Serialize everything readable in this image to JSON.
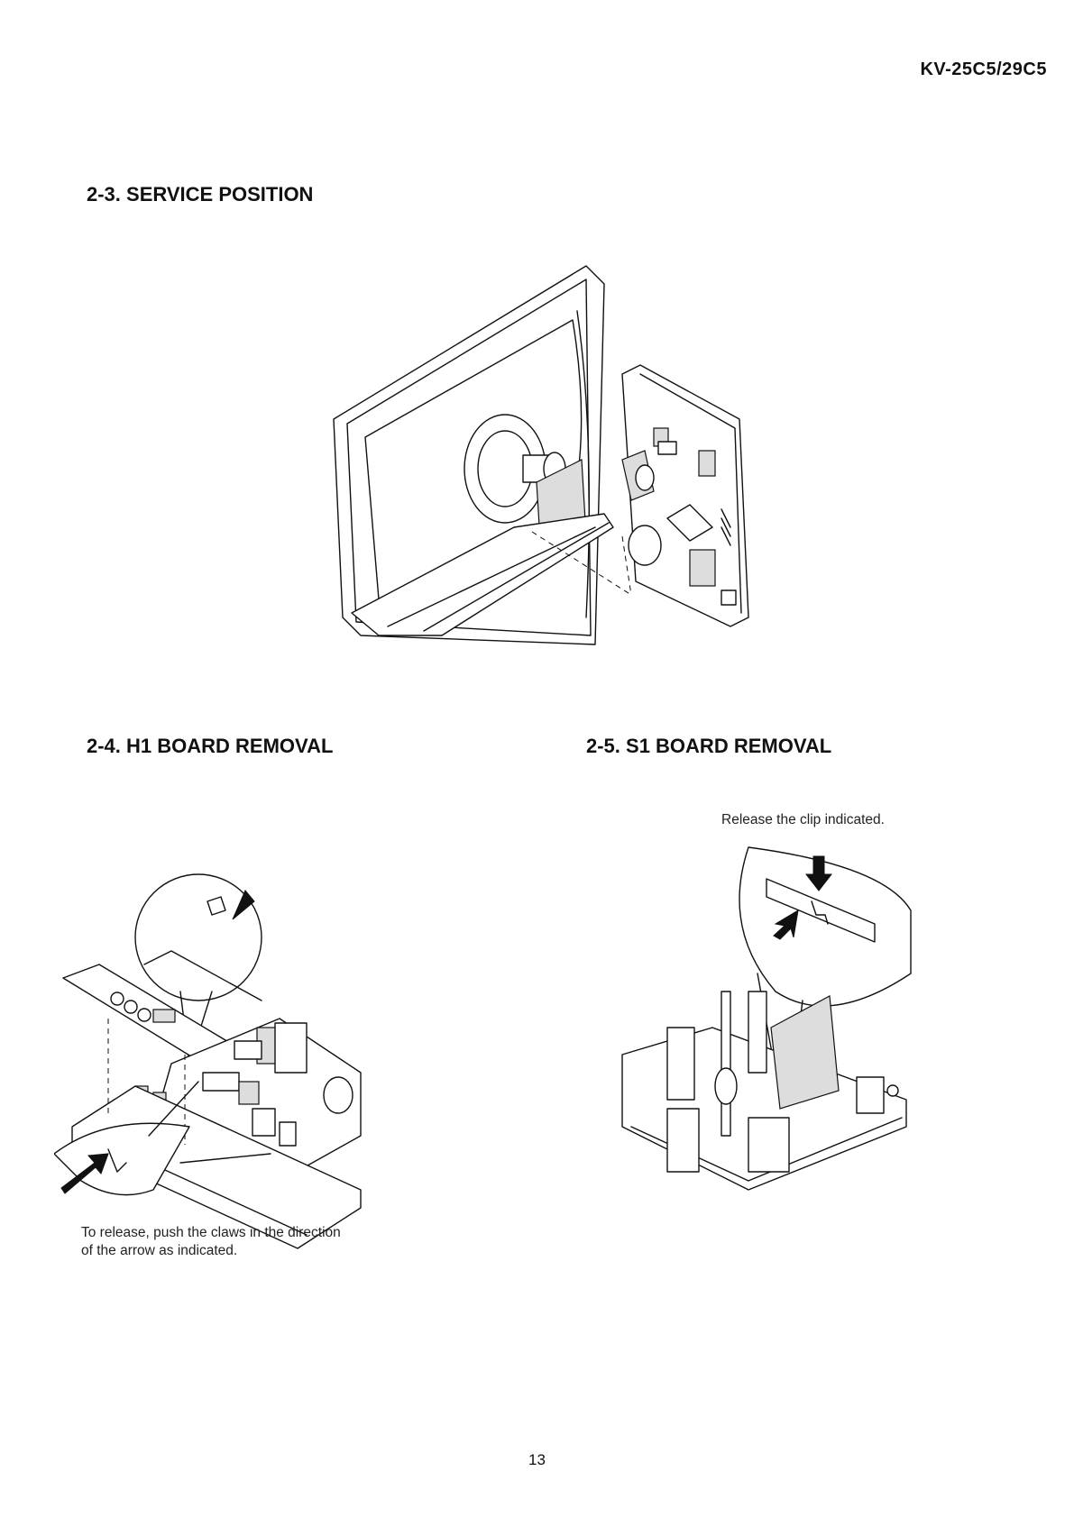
{
  "header": {
    "model": "KV-25C5/29C5"
  },
  "sections": {
    "service_position": {
      "title": "2-3.  SERVICE POSITION"
    },
    "h1_board_removal": {
      "title": "2-4. H1 BOARD REMOVAL",
      "caption_line1": "To release, push the claws in the direction",
      "caption_line2": "of the arrow as indicated."
    },
    "s1_board_removal": {
      "title": "2-5. S1 BOARD REMOVAL",
      "caption": "Release the clip indicated."
    }
  },
  "footer": {
    "page_number": "13"
  }
}
